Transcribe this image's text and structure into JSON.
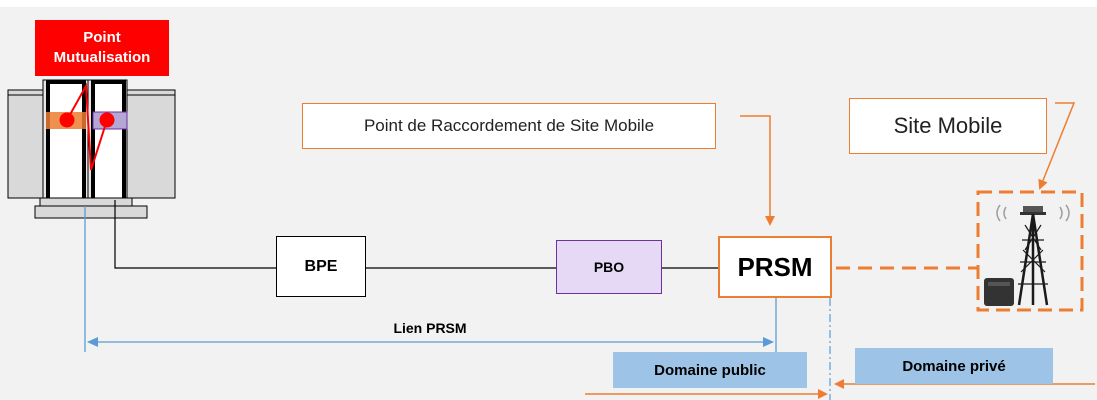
{
  "labels": {
    "point_mutualisation": "Point\nMutualisation",
    "prsm_callout": "Point de Raccordement de Site Mobile",
    "site_mobile_callout": "Site Mobile",
    "bpe": "BPE",
    "pbo": "PBO",
    "prsm": "PRSM",
    "lien_prsm": "Lien PRSM",
    "domaine_public": "Domaine public",
    "domaine_prive": "Domaine privé"
  },
  "colors": {
    "background": "#f2f2f2",
    "mutualisation_red": "#ff0000",
    "callout_orange": "#ed7d31",
    "pbo_fill": "#e6d9f5",
    "pbo_border": "#7030a0",
    "link_blue": "#5b9bd5",
    "domain_fill": "#9dc3e6"
  },
  "icons": {
    "cabinet": "point-mutualisation-cabinet-icon",
    "antenna": "cell-tower-icon"
  }
}
